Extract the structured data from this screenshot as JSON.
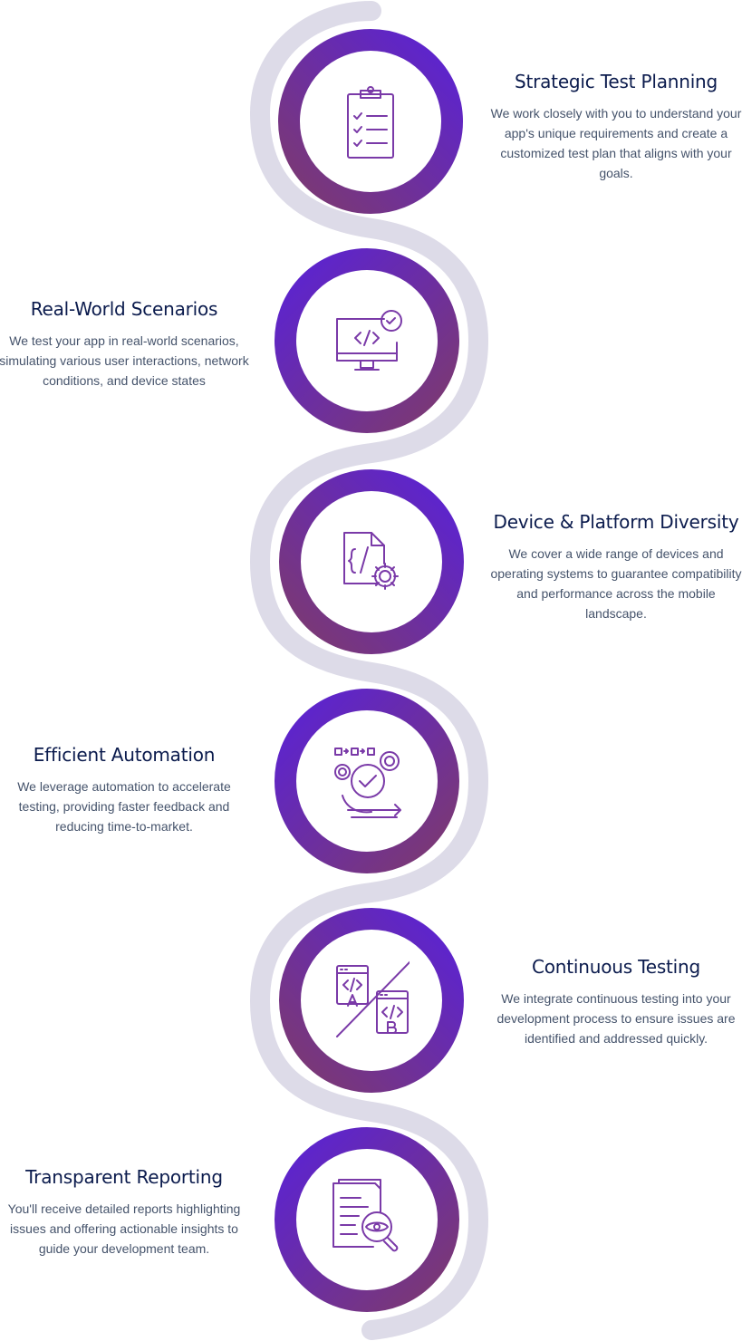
{
  "colors": {
    "track": "#dddbe8",
    "ring_start": "#7d3a6e",
    "ring_end": "#5a22d6",
    "icon": "#7a3aa8",
    "title": "#0b1b4d",
    "text": "#45536b"
  },
  "steps": [
    {
      "icon": "clipboard-checklist-icon",
      "title": "Strategic Test Planning",
      "description": "We work closely with you to understand your app's unique requirements and create a customized test plan that aligns with your goals."
    },
    {
      "icon": "monitor-code-check-icon",
      "title": "Real-World Scenarios",
      "description": "We test your app in real-world scenarios, simulating various user interactions, network conditions, and device states"
    },
    {
      "icon": "code-file-gear-icon",
      "title": "Device & Platform Diversity",
      "description": "We cover a wide range of devices and operating systems to guarantee compatibility and performance across the mobile landscape."
    },
    {
      "icon": "automation-gears-icon",
      "title": "Efficient Automation",
      "description": "We leverage automation to accelerate testing, providing faster feedback and reducing time-to-market."
    },
    {
      "icon": "ab-testing-icon",
      "title": "Continuous Testing",
      "description": "We integrate continuous testing into your development process to ensure issues are identified and addressed quickly."
    },
    {
      "icon": "report-magnifier-icon",
      "title": "Transparent Reporting",
      "description": "You'll receive detailed reports highlighting issues and offering actionable insights to guide your development team."
    }
  ]
}
